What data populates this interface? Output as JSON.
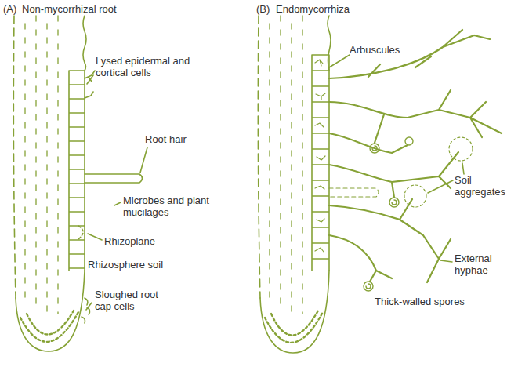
{
  "diagram": {
    "labels": [
      "(A)",
      "Non-mycorrhizal root",
      "Lysed epidermal and cortical cells",
      "Root hair",
      "Microbes and plant mucilages",
      "Rhizoplane",
      "Rhizosphere soil",
      "Sloughed root cap cells",
      "(B)",
      "Endomycorrhiza",
      "Arbuscules",
      "Soil aggregates",
      "External hyphae",
      "Thick-walled spores"
    ]
  }
}
